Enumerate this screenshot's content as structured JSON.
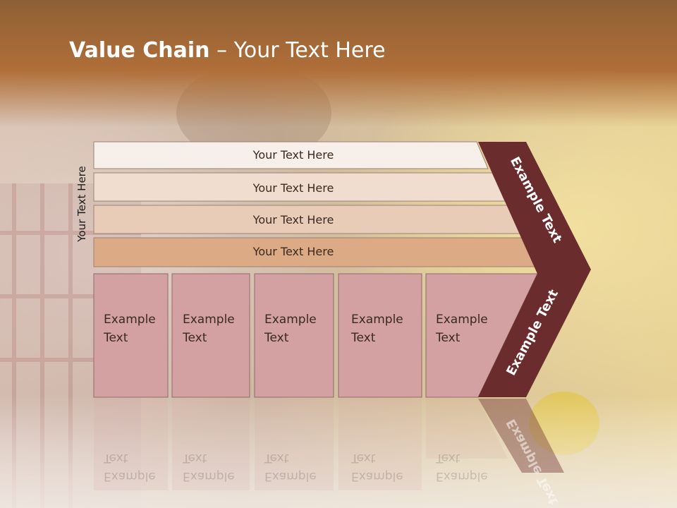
{
  "slide": {
    "title_bold": "Value Chain",
    "title_rest": " – Your Text Here"
  },
  "side_label": "Your Text Here",
  "rows": [
    {
      "label": "Your Text Here",
      "color": "#f7efe9"
    },
    {
      "label": "Your Text Here",
      "color": "#f0ddd0"
    },
    {
      "label": "Your Text Here",
      "color": "#e8ccb8"
    },
    {
      "label": "Your Text Here",
      "color": "#dcaa85"
    }
  ],
  "cells": [
    {
      "line1": "Example",
      "line2": "Text"
    },
    {
      "line1": "Example",
      "line2": "Text"
    },
    {
      "line1": "Example",
      "line2": "Text"
    },
    {
      "line1": "Example",
      "line2": "Text"
    },
    {
      "line1": "Example",
      "line2": "Text"
    }
  ],
  "chevron": {
    "upper_label": "Example Text",
    "lower_label": "Example Text",
    "color": "#6b2c2e"
  },
  "colors": {
    "banner": "#a6683a",
    "cell_fill": "#d3a1a1"
  }
}
